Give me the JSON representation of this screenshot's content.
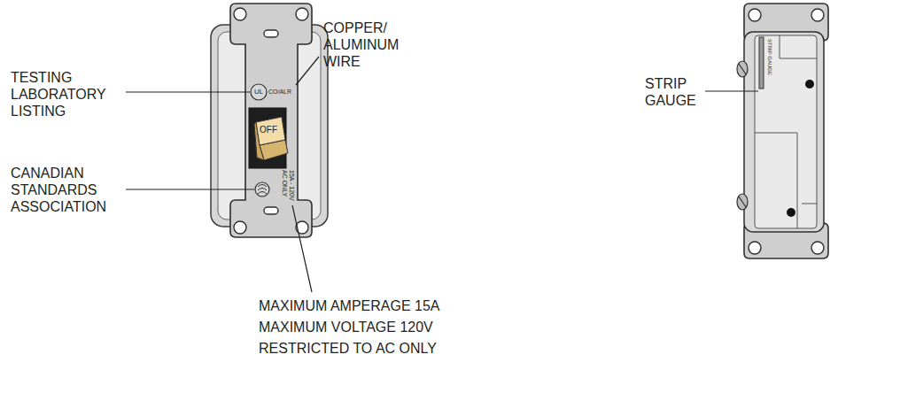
{
  "diagram": {
    "labels": [
      "TESTING LABORATORY LISTING",
      "COPPER/ ALUMINUM WIRE",
      "CANADIAN STANDARDS ASSOCIATION",
      "MAXIMUM AMPERAGE 15A",
      "MAXIMUM VOLTAGE 120V",
      "RESTRICTED TO AC ONLY",
      "STRIP GAUGE",
      "UL",
      "CO/ALR",
      "OFF",
      "15A - 120V",
      "AC ONLY",
      "STRIP GAUGE"
    ]
  }
}
